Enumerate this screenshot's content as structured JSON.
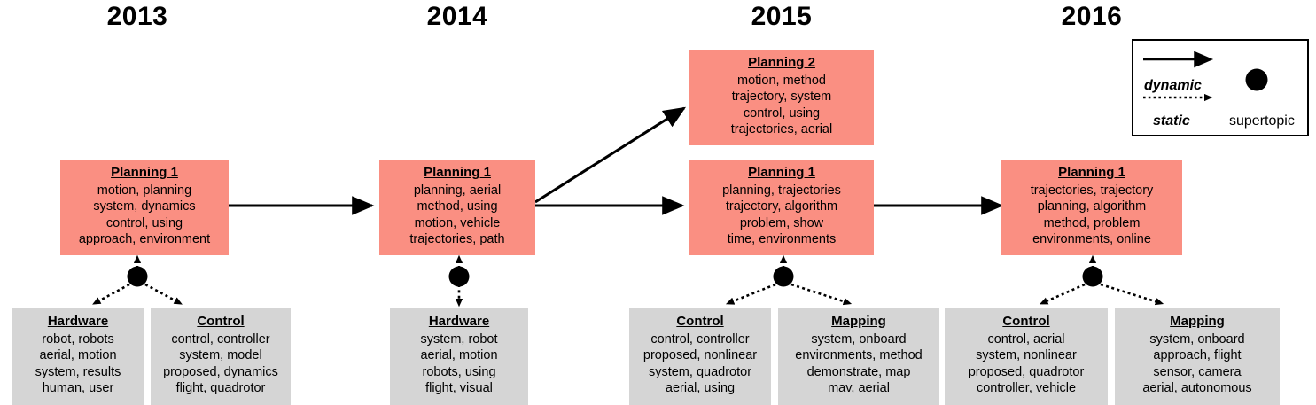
{
  "figure": {
    "type": "topic-evolution-timeline",
    "colors": {
      "supertopic_fill": "#fa8f82",
      "subtopic_fill": "#d5d5d5",
      "line": "#000000",
      "background": "#ffffff"
    }
  },
  "years": [
    {
      "label": "2013"
    },
    {
      "label": "2014"
    },
    {
      "label": "2015"
    },
    {
      "label": "2016"
    }
  ],
  "legend": {
    "dynamic_label": "dynamic",
    "static_label": "static",
    "supertopic_label": "supertopic",
    "dynamic_style": "solid-arrow",
    "static_style": "dotted-arrow",
    "supertopic_style": "filled-circle"
  },
  "columns": [
    {
      "year": "2013",
      "supertopics": [
        {
          "title": "Planning 1",
          "words": [
            "motion, planning",
            "system, dynamics",
            "control, using",
            "approach, environment"
          ]
        }
      ],
      "subtopics": [
        {
          "title": "Hardware",
          "words": [
            "robot, robots",
            "aerial, motion",
            "system, results",
            "human, user"
          ]
        },
        {
          "title": "Control",
          "words": [
            "control, controller",
            "system, model",
            "proposed, dynamics",
            "flight, quadrotor"
          ]
        }
      ]
    },
    {
      "year": "2014",
      "supertopics": [
        {
          "title": "Planning 1",
          "words": [
            "planning, aerial",
            "method, using",
            "motion, vehicle",
            "trajectories, path"
          ]
        }
      ],
      "subtopics": [
        {
          "title": "Hardware",
          "words": [
            "system, robot",
            "aerial, motion",
            "robots, using",
            "flight, visual"
          ]
        }
      ]
    },
    {
      "year": "2015",
      "supertopics": [
        {
          "title": "Planning 2",
          "words": [
            "motion, method",
            "trajectory, system",
            "control, using",
            "trajectories, aerial"
          ]
        },
        {
          "title": "Planning 1",
          "words": [
            "planning, trajectories",
            "trajectory, algorithm",
            "problem, show",
            "time, environments"
          ]
        }
      ],
      "subtopics": [
        {
          "title": "Control",
          "words": [
            "control, controller",
            "proposed, nonlinear",
            "system, quadrotor",
            "aerial, using"
          ]
        },
        {
          "title": "Mapping",
          "words": [
            "system, onboard",
            "environments, method",
            "demonstrate, map",
            "mav, aerial"
          ]
        }
      ]
    },
    {
      "year": "2016",
      "supertopics": [
        {
          "title": "Planning 1",
          "words": [
            "trajectories, trajectory",
            "planning, algorithm",
            "method, problem",
            "environments, online"
          ]
        }
      ],
      "subtopics": [
        {
          "title": "Control",
          "words": [
            "control, aerial",
            "system, nonlinear",
            "proposed, quadrotor",
            "controller, vehicle"
          ]
        },
        {
          "title": "Mapping",
          "words": [
            "system, onboard",
            "approach, flight",
            "sensor, camera",
            "aerial, autonomous"
          ]
        }
      ]
    }
  ]
}
